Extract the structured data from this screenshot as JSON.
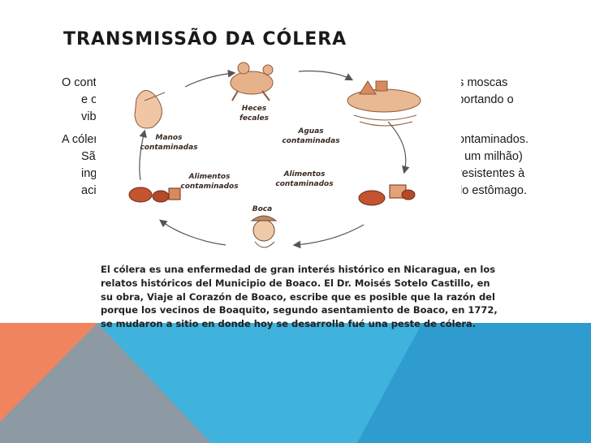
{
  "slide": {
    "title": "TRANSMISSÃO DA CÓLERA",
    "para1": {
      "line1_left": "O contág",
      "line1_right": "s. As moscas",
      "line2_left": "e out",
      "line2_right": "nsportando o",
      "line3_left": "vibriã"
    },
    "para2": {
      "line1_left": "A cólera",
      "line1_right": "ontaminados.",
      "line2_left": "São",
      "line2_right": "o um milhão)",
      "line3_left": "inger",
      "line3_right": "resistentes à",
      "line4_left": "acide",
      "line4_right": "lo estômago."
    }
  },
  "diagram": {
    "labels": {
      "heces": "Heces",
      "fecales": "fecales",
      "manos": "Manos",
      "manos2": "contaminadas",
      "aguas": "Aguas",
      "aguas2": "contaminadas",
      "alim_left": "Alimentos",
      "alim_left2": "contaminados",
      "alim_right": "Alimentos",
      "alim_right2": "contaminados",
      "boca": "Boca"
    },
    "caption_lines": [
      "El cólera es una enfermedad de gran interés histórico en Nicaragua, en los",
      "relatos históricos del Municipio de Boaco. El Dr. Moisés Sotelo Castillo, en",
      "su obra, Viaje al Corazón de Boaco, escribe que es posible que la razón del",
      "porque los vecinos de Boaquito, segundo asentamiento de Boaco, en 1772,",
      "se mudaron a sitio en donde hoy se desarrolla  fué una peste de cólera."
    ]
  },
  "colors": {
    "bg_cyan": "#3fb2dd",
    "bg_dark": "#2a8fc0",
    "triangle_gray": "#8e9aa3",
    "triangle_orange": "#f0845f",
    "label_red": "#d95a33"
  }
}
